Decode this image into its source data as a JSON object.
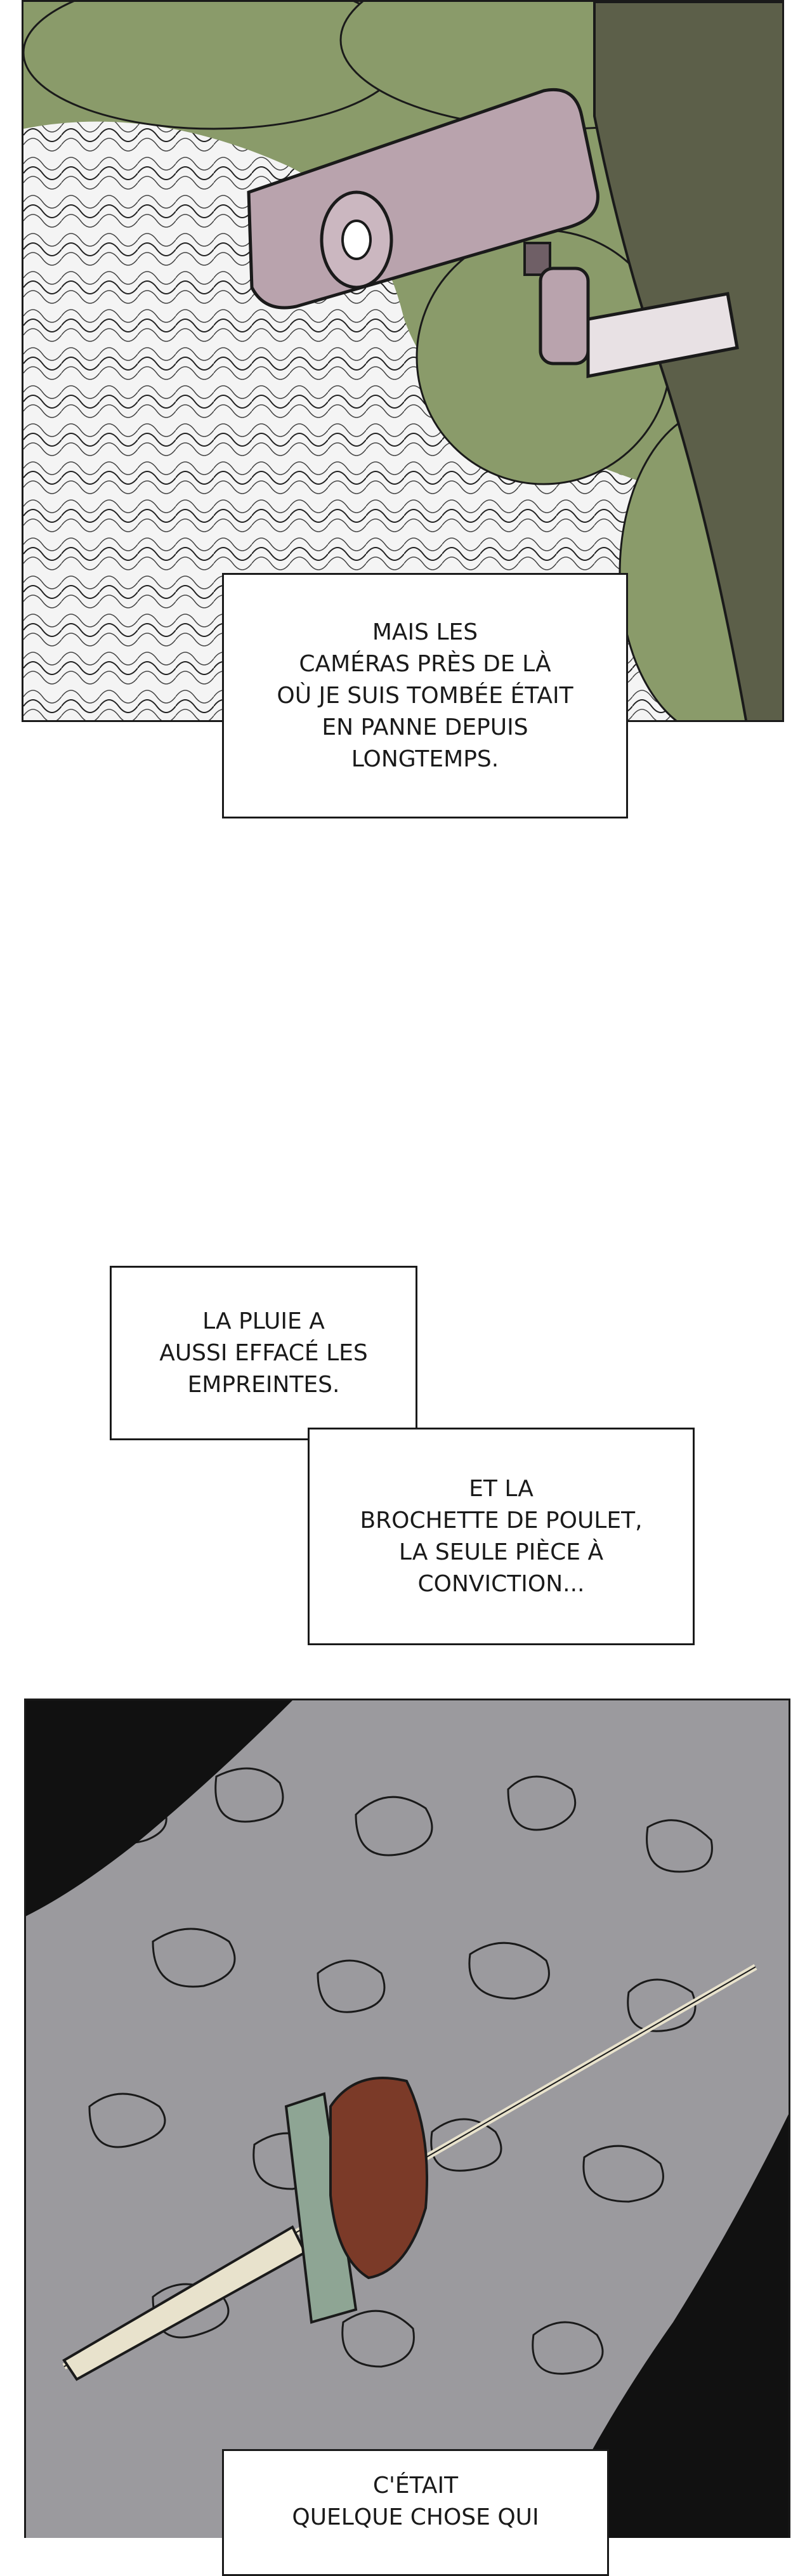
{
  "captions": {
    "c1": "MAIS LES\nCAMÉRAS PRÈS DE LÀ\nOÙ JE SUIS TOMBÉE ÉTAIT\nEN PANNE DEPUIS\nLONGTEMPS.",
    "c2": "LA PLUIE A\nAUSSI EFFACÉ LES\nEMPREINTES.",
    "c3": "ET LA\nBROCHETTE DE POULET,\nLA SEULE PIÈCE À\nCONVICTION...",
    "c4": "C'ÉTAIT\nQUELQUE CHOSE QUI"
  },
  "colors": {
    "foliage": "#8a9b6a",
    "camera": "#b9a3ad",
    "ground": "#9b9a9e",
    "meat": "#7b3a28",
    "skewer_handle": "#e8e2cc",
    "onion": "#8ea594"
  }
}
